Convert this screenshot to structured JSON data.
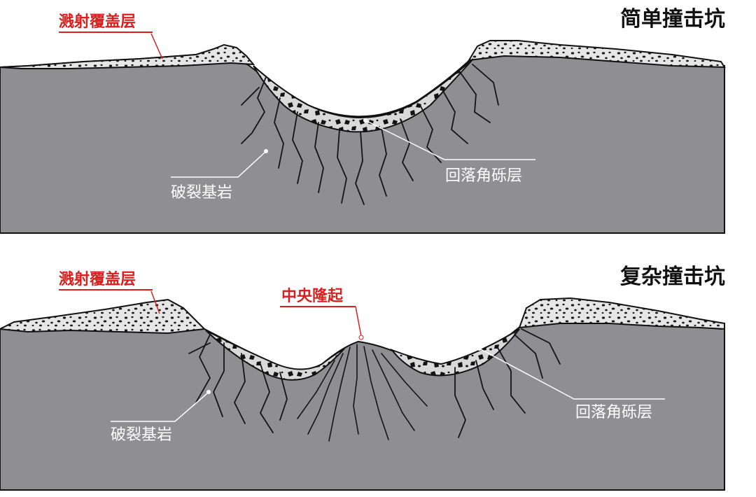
{
  "colors": {
    "bedrock": "#8f8e93",
    "outline": "#111111",
    "breccia": "#dcdcdc",
    "ejecta": "#e3e3e3",
    "label_red": "#d9201f",
    "label_white": "#ffffff"
  },
  "simple_crater": {
    "title": "简单撞击坑",
    "ejecta_label": "溅射覆盖层",
    "bedrock_label": "破裂基岩",
    "breccia_label": "回落角砾层"
  },
  "complex_crater": {
    "title": "复杂撞击坑",
    "ejecta_label": "溅射覆盖层",
    "uplift_label": "中央隆起",
    "bedrock_label": "破裂基岩",
    "breccia_label": "回落角砾层"
  }
}
